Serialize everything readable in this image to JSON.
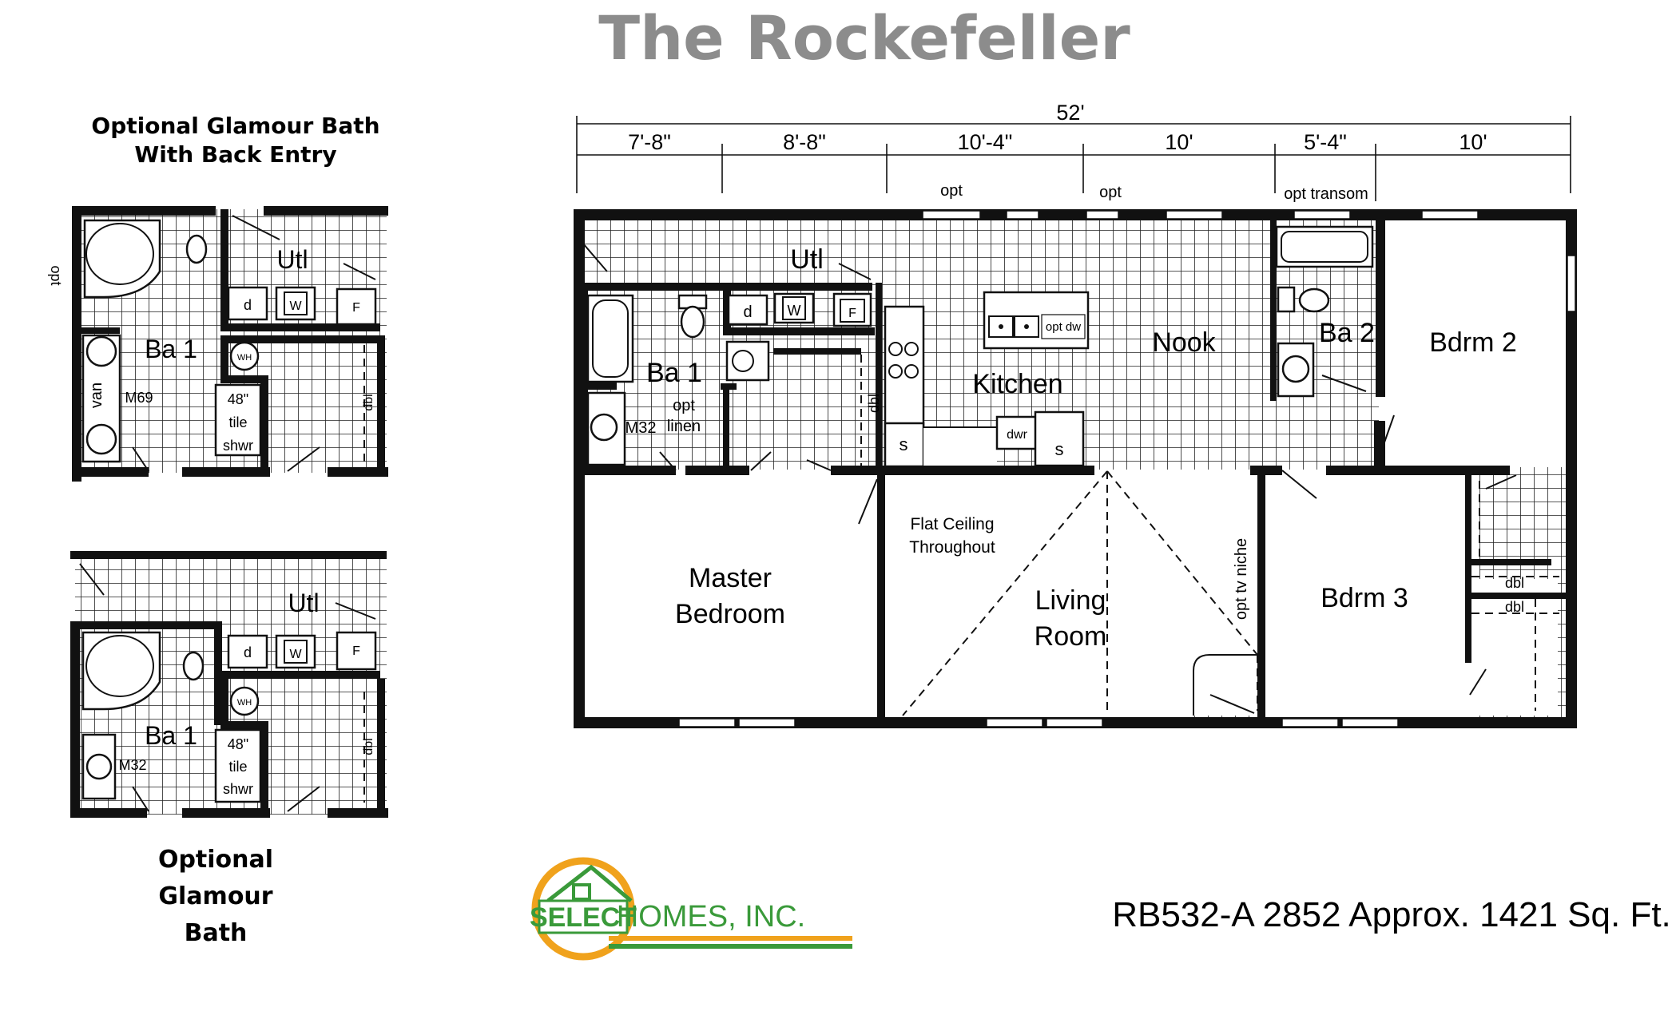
{
  "title": "The Rockefeller",
  "colors": {
    "title": "#8c8c8c",
    "walls": "#111111",
    "logo_green": "#3a9a3a",
    "logo_orange": "#f0a21c"
  },
  "dimensions": {
    "overall": "52'",
    "segments": [
      "7'-8\"",
      "8'-8\"",
      "10'-4\"",
      "10'",
      "5'-4\"",
      "10'"
    ],
    "opt_labels": [
      "opt",
      "opt",
      "opt transom"
    ]
  },
  "rooms": {
    "utl": "Utl",
    "ba1": "Ba 1",
    "m32": "M32",
    "opt_linen_1": "opt",
    "opt_linen_2": "linen",
    "kitchen": "Kitchen",
    "nook": "Nook",
    "opt_dw": "opt dw",
    "dwr": "dwr",
    "sink_s": "s",
    "range_s": "s",
    "ba2": "Ba 2",
    "bdrm2": "Bdrm 2",
    "master_1": "Master",
    "master_2": "Bedroom",
    "flat_ceiling_1": "Flat Ceiling",
    "flat_ceiling_2": "Throughout",
    "living_1": "Living",
    "living_2": "Room",
    "opt_tv_niche": "opt tv niche",
    "bdrm3": "Bdrm 3",
    "dbl_1": "dbl",
    "dbl_2": "dbl",
    "dbl_3": "dbl",
    "dryer_d": "d",
    "washer_w": "W",
    "furnace_f": "F"
  },
  "inset_top": {
    "caption_line1": "Optional Glamour Bath",
    "caption_line2": "With Back Entry",
    "opt": "opt",
    "utl": "Utl",
    "ba1": "Ba 1",
    "van": "van",
    "m69": "M69",
    "shower_1": "48\"",
    "shower_2": "tile",
    "shower_3": "shwr",
    "wh": "WH",
    "dbl": "dbl",
    "dryer_d": "d",
    "washer_w": "W",
    "furnace_f": "F"
  },
  "inset_bottom": {
    "caption_line1": "Optional",
    "caption_line2": "Glamour",
    "caption_line3": "Bath",
    "utl": "Utl",
    "ba1": "Ba 1",
    "m32": "M32",
    "shower_1": "48\"",
    "shower_2": "tile",
    "shower_3": "shwr",
    "wh": "WH",
    "dbl": "dbl",
    "dryer_d": "d",
    "washer_w": "W",
    "furnace_f": "F"
  },
  "logo": {
    "text_1": "SELECT",
    "text_2": "HOMES, INC."
  },
  "footer": {
    "model_info": "RB532-A 2852  Approx. 1421 Sq. Ft."
  }
}
